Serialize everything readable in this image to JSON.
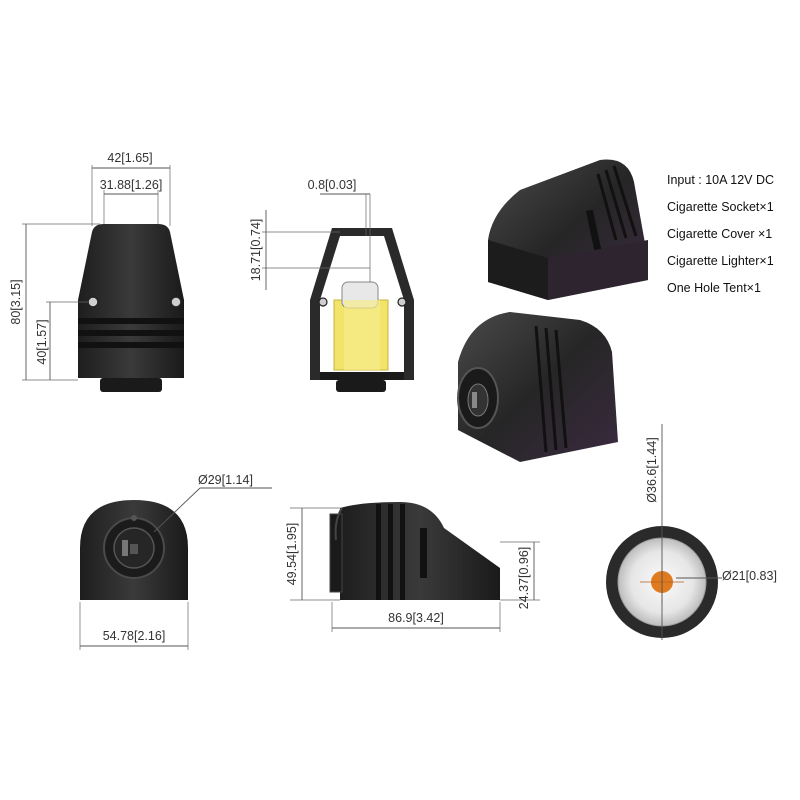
{
  "specs": [
    "Input : 10A 12V DC",
    "Cigarette Socket×1",
    "Cigarette Cover ×1",
    "Cigarette Lighter×1",
    "One Hole Tent×1"
  ],
  "dimensions": {
    "front_width_total": {
      "mm": "42",
      "in": "1.65"
    },
    "front_width_inner": {
      "mm": "31.88",
      "in": "1.26"
    },
    "front_height_total": {
      "mm": "80",
      "in": "3.15"
    },
    "front_height_hole": {
      "mm": "40",
      "in": "1.57"
    },
    "section_wall": {
      "mm": "0.8",
      "in": "0.03"
    },
    "section_depth": {
      "mm": "18.71",
      "in": "0.74"
    },
    "bottom_diameter": {
      "mm": "29",
      "in": "1.14"
    },
    "bottom_width": {
      "mm": "54.78",
      "in": "2.16"
    },
    "side_height": {
      "mm": "49.54",
      "in": "1.95"
    },
    "side_length": {
      "mm": "86.9",
      "in": "3.42"
    },
    "side_low_height": {
      "mm": "24.37",
      "in": "0.96"
    },
    "hole_outer_diameter": {
      "mm": "36.6",
      "in": "1.44"
    },
    "hole_inner_diameter": {
      "mm": "21",
      "in": "0.83"
    }
  },
  "symbols": {
    "diameter": "Ø"
  },
  "colors": {
    "body": "#2b2b2b",
    "body_highlight": "#555555",
    "socket_insert": "#f2e36a",
    "hole_ring": "#d9d9d9",
    "hole_center": "#e07a1f"
  }
}
